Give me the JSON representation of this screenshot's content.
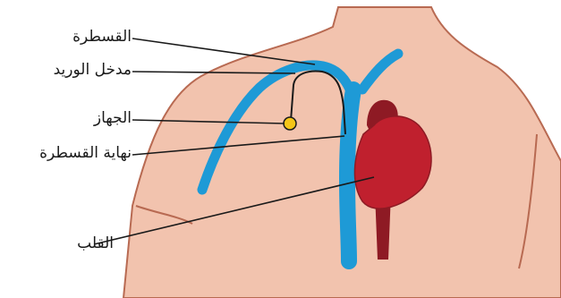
{
  "colors": {
    "skin": "#F2C3AE",
    "skin_outline": "#B86A52",
    "vein": "#1E9AD6",
    "heart": "#C0202E",
    "heart_dark": "#8E1A24",
    "catheter": "#1a1a1a",
    "device": "#F5C518"
  },
  "labels": {
    "catheter": "القسطرة",
    "vein_entry": "مدخل الوريد",
    "device": "الجهاز",
    "catheter_tip": "نهاية القسطرة",
    "heart": "القلب"
  }
}
